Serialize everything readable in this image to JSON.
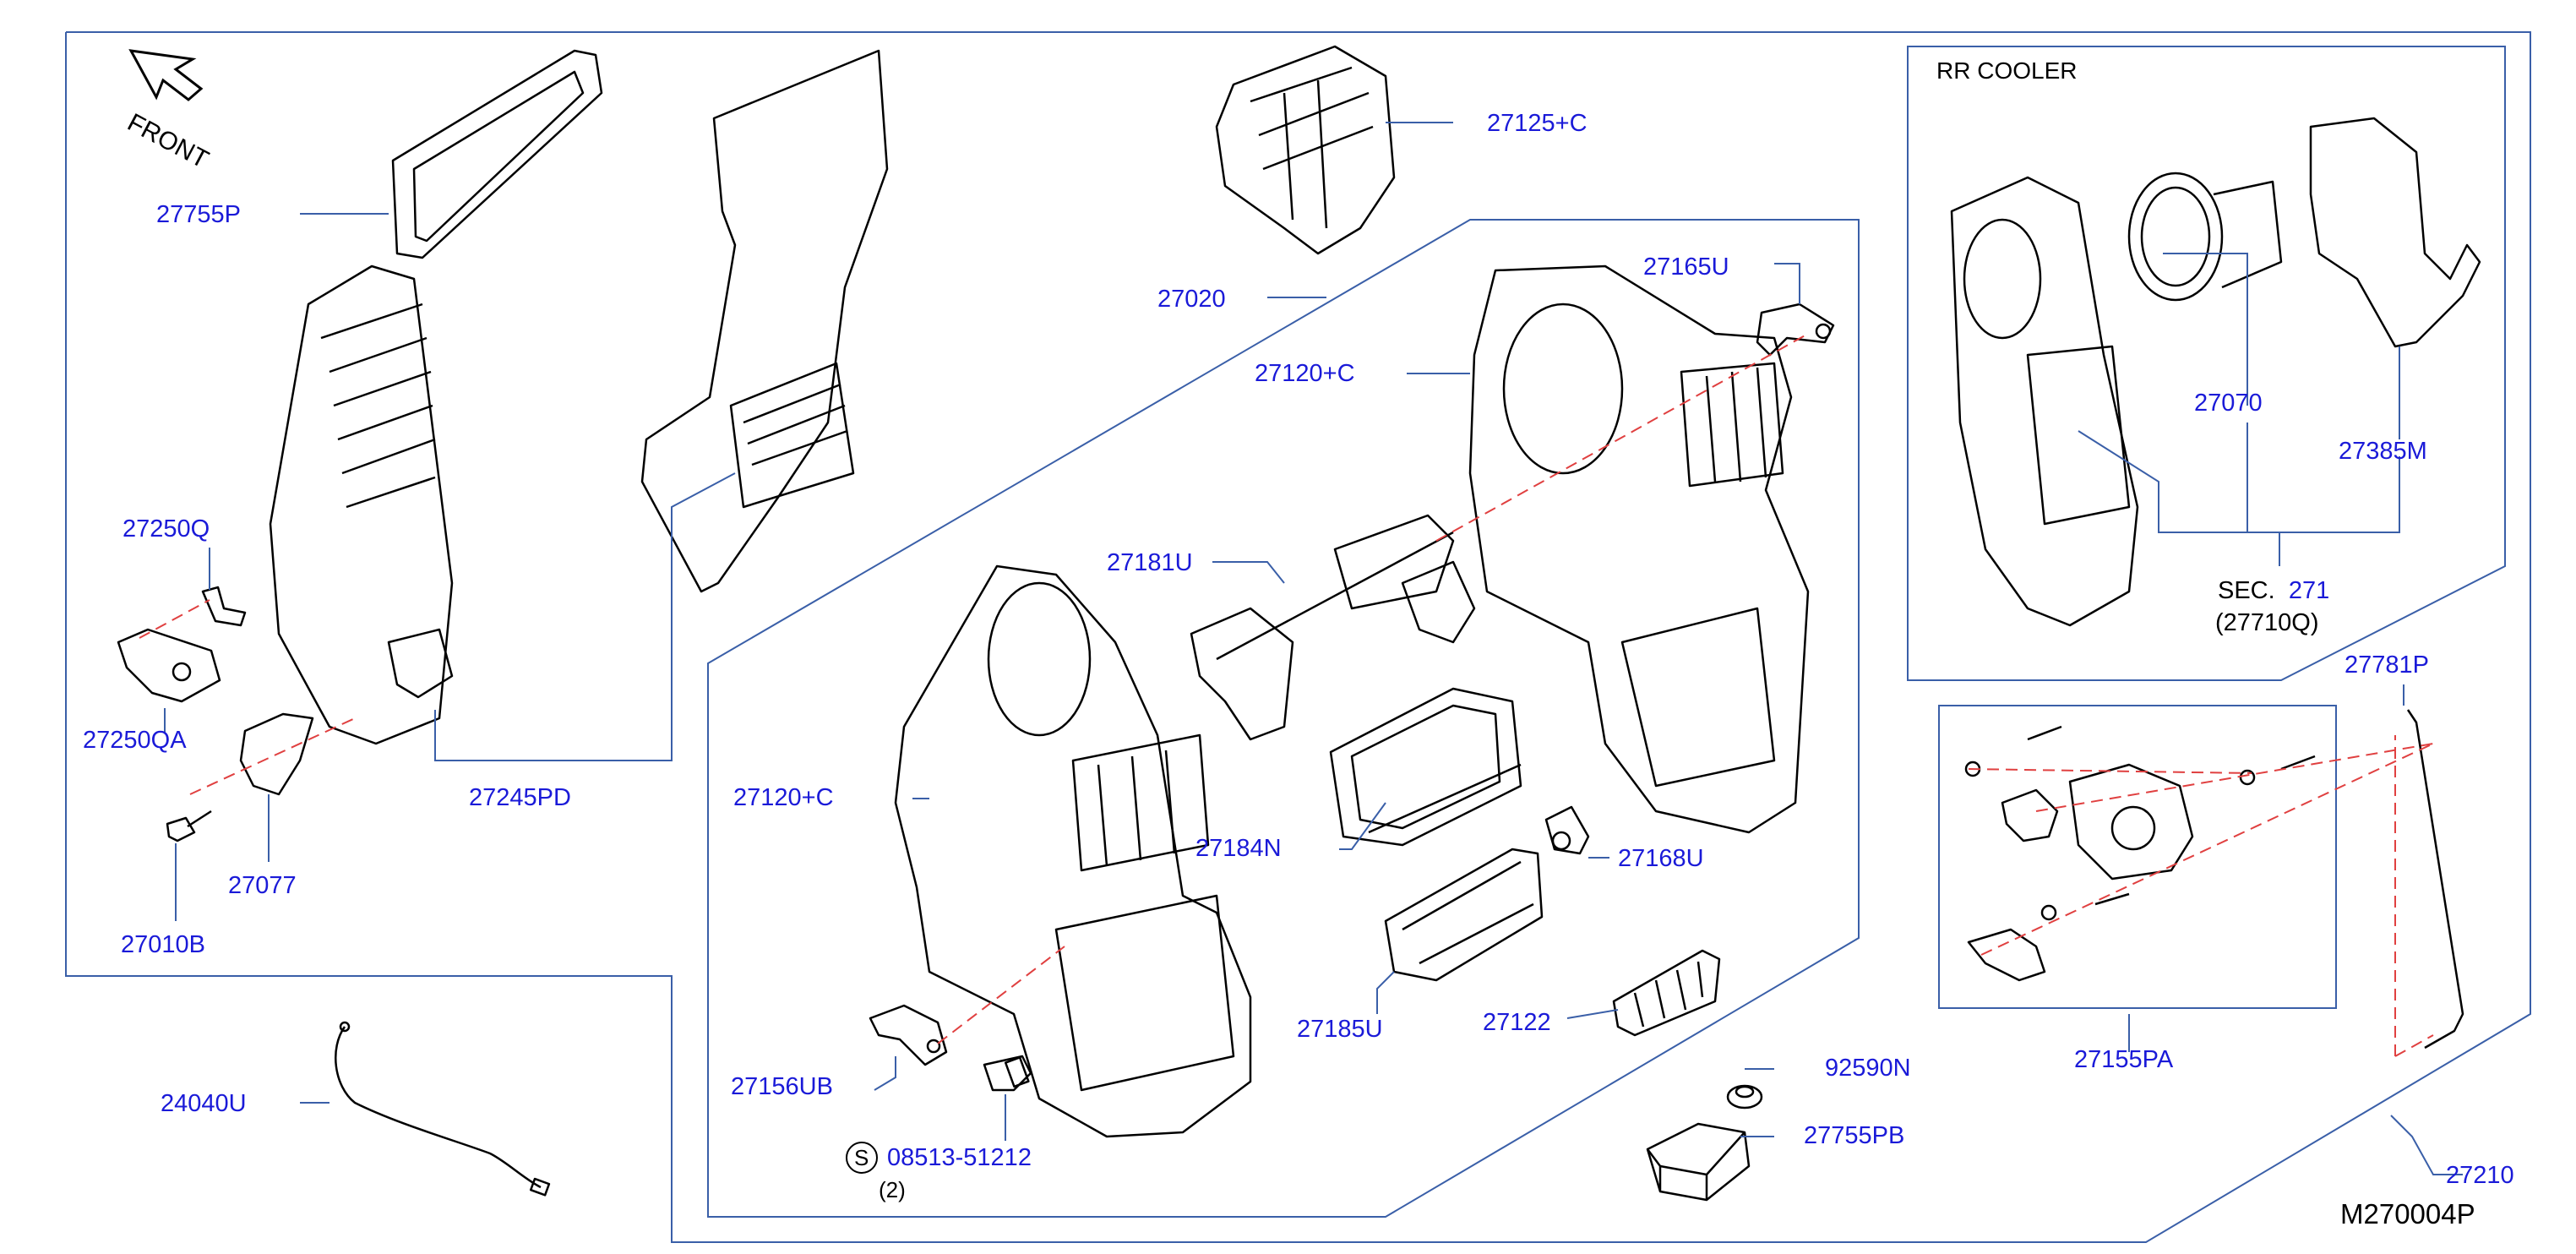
{
  "title": "RR COOLER",
  "front_label": "FRONT",
  "diagram_code": "M270004P",
  "labels": {
    "p27755P": "27755P",
    "p27250Q": "27250Q",
    "p27250QA": "27250QA",
    "p27077": "27077",
    "p27010B": "27010B",
    "p27245PD": "27245PD",
    "p24040U": "24040U",
    "p27125C": "27125+C",
    "p27020": "27020",
    "p27165U": "27165U",
    "p27120C_top": "27120+C",
    "p27181U": "27181U",
    "p27120C_left": "27120+C",
    "p27184N": "27184N",
    "p27168U": "27168U",
    "p27185U": "27185U",
    "p27122": "27122",
    "p27156UB": "27156UB",
    "p08513": "08513-51212",
    "p08513_qty": "(2)",
    "s_mark": "S",
    "p92590N": "92590N",
    "p27755PB": "27755PB",
    "p27070": "27070",
    "p27385M": "27385M",
    "sec_prefix": "SEC.",
    "sec_num": "271",
    "sec_ref": "(27710Q)",
    "p27781P": "27781P",
    "p27155PA": "27155PA",
    "p27210": "27210"
  },
  "colors": {
    "label_blue": "#1a1ad8",
    "frame_blue": "#3a5fa8",
    "dash_red": "#e04040",
    "line_black": "#000000"
  }
}
